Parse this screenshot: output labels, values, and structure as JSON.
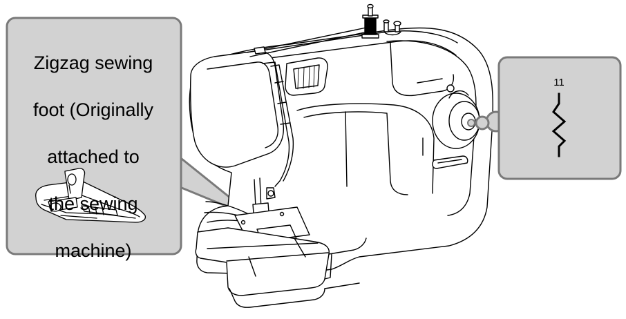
{
  "foot_callout": {
    "lines": [
      "Zigzag sewing",
      "foot (Originally",
      "attached to",
      "the sewing",
      "machine)"
    ]
  },
  "pattern_callout": {
    "number": "11",
    "icon": "zigzag-stitch-icon"
  },
  "colors": {
    "callout_fill": "#d2d2d2",
    "callout_border": "#7a7a7a",
    "line": "#000000"
  }
}
